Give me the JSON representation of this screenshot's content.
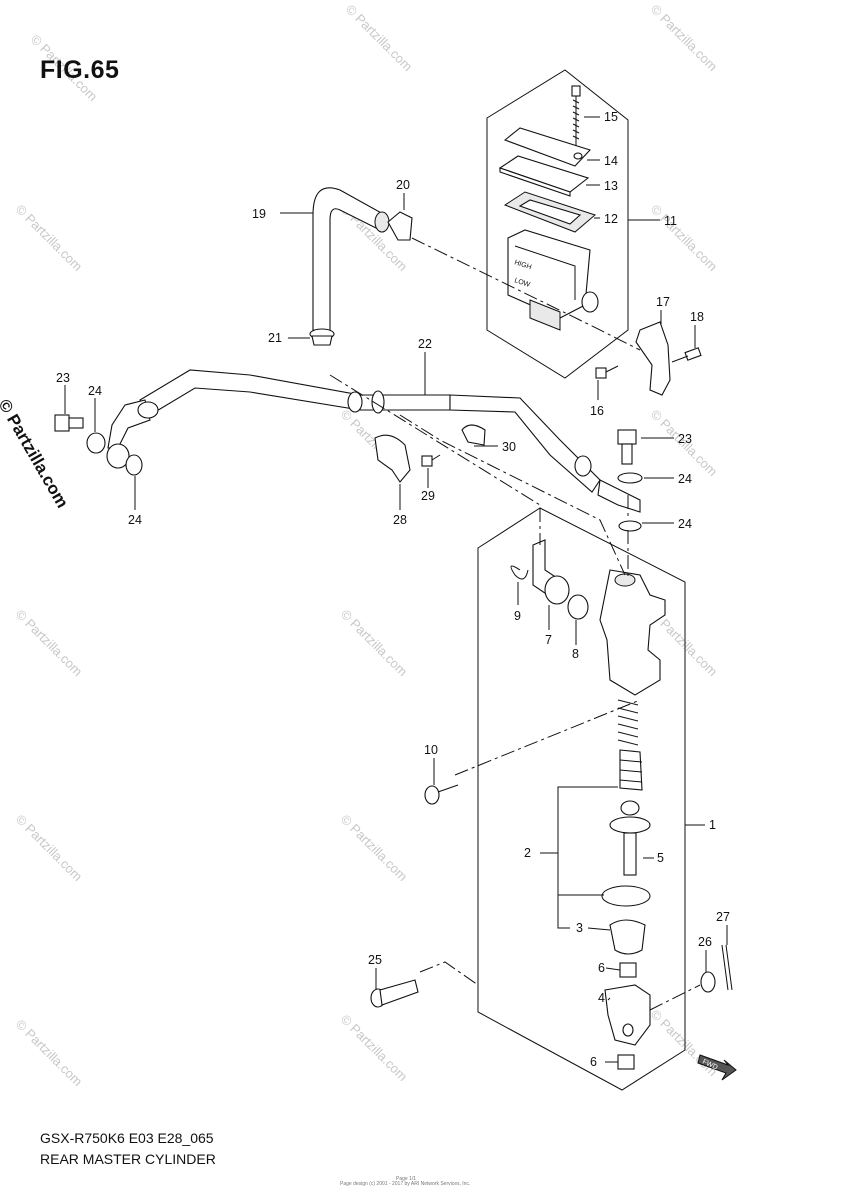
{
  "figure_label": "FIG.65",
  "model_code": "GSX-R750K6 E03 E28_065",
  "diagram_title": "REAR MASTER CYLINDER",
  "watermark_text": "© Partzilla.com",
  "watermark_small": "© Partzilla.com",
  "footer_top": "Page 1/1",
  "footer_line": "Page design (c) 2001 - 2017 by ARI Network Services, Inc.",
  "fwd_label": "FWD",
  "reservoir_labels": {
    "high": "HIGH",
    "low": "LOW"
  },
  "callouts": [
    {
      "number": "1"
    },
    {
      "number": "2"
    },
    {
      "number": "3"
    },
    {
      "number": "4"
    },
    {
      "number": "5"
    },
    {
      "number": "6"
    },
    {
      "number": "6"
    },
    {
      "number": "7"
    },
    {
      "number": "8"
    },
    {
      "number": "9"
    },
    {
      "number": "10"
    },
    {
      "number": "11"
    },
    {
      "number": "12"
    },
    {
      "number": "13"
    },
    {
      "number": "14"
    },
    {
      "number": "15"
    },
    {
      "number": "16"
    },
    {
      "number": "17"
    },
    {
      "number": "18"
    },
    {
      "number": "19"
    },
    {
      "number": "20"
    },
    {
      "number": "21"
    },
    {
      "number": "22"
    },
    {
      "number": "23"
    },
    {
      "number": "23"
    },
    {
      "number": "24"
    },
    {
      "number": "24"
    },
    {
      "number": "24"
    },
    {
      "number": "24"
    },
    {
      "number": "25"
    },
    {
      "number": "26"
    },
    {
      "number": "27"
    },
    {
      "number": "28"
    },
    {
      "number": "29"
    },
    {
      "number": "30"
    }
  ]
}
